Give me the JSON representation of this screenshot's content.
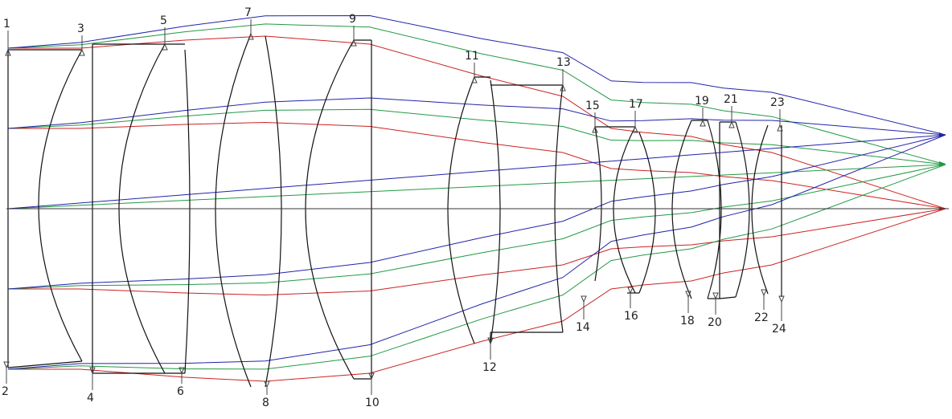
{
  "diagram": {
    "surfaces_top": [
      "1",
      "3",
      "5",
      "7",
      "9",
      "11",
      "13",
      "15",
      "17",
      "19",
      "21",
      "23"
    ],
    "surfaces_bottom": [
      "2",
      "4",
      "6",
      "8",
      "10",
      "12",
      "14",
      "16",
      "18",
      "20",
      "22",
      "24"
    ],
    "colors": {
      "axis": "#333333",
      "lens": "#111111",
      "field_on_axis": "#cc2222",
      "field_mid": "#229944",
      "field_edge": "#2222aa"
    }
  }
}
